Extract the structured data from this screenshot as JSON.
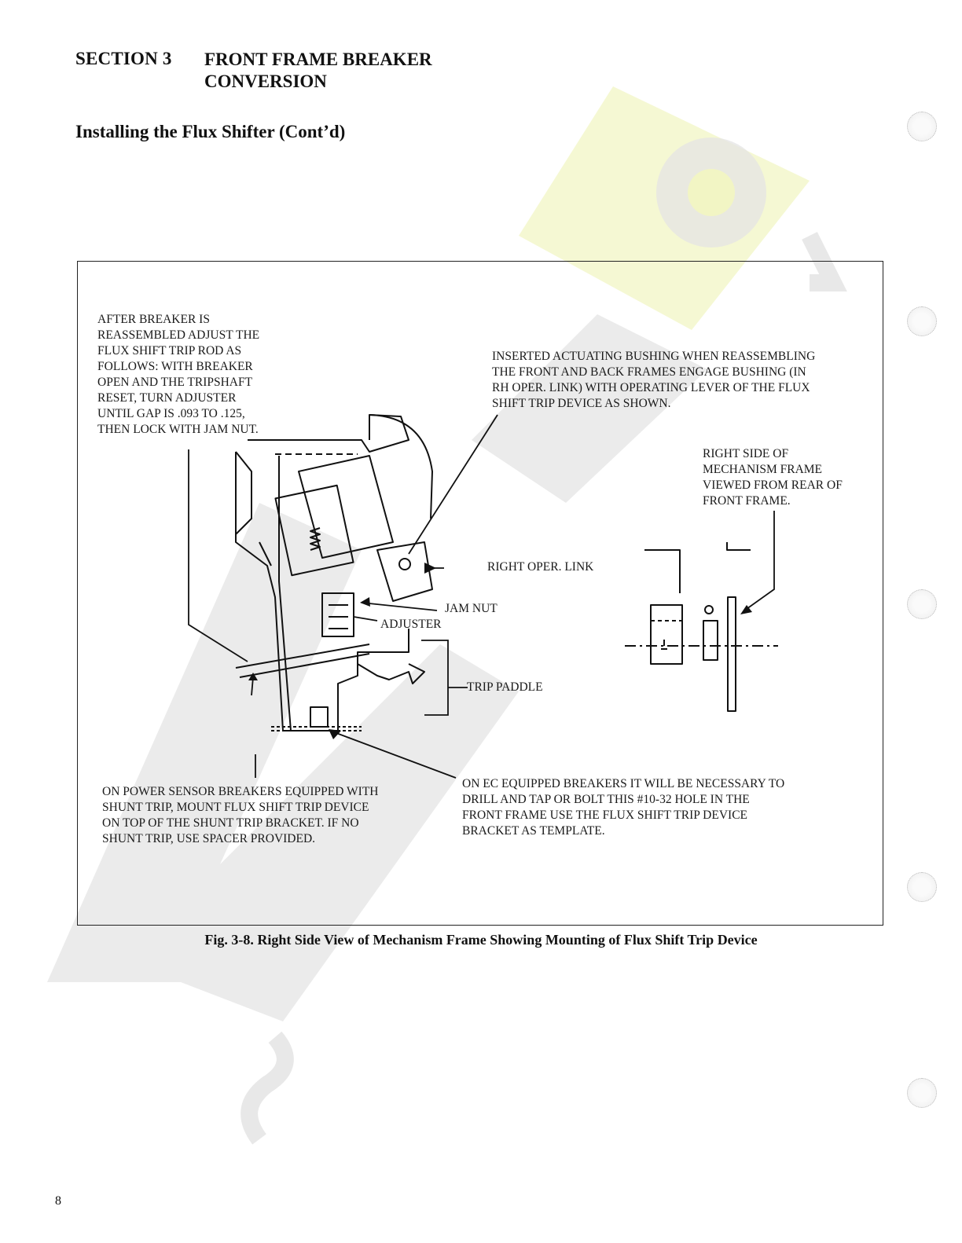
{
  "header": {
    "section_number": "SECTION 3",
    "section_title": "FRONT FRAME BREAKER\nCONVERSION",
    "subtitle": "Installing the Flux Shifter (Cont’d)"
  },
  "figure": {
    "notes": {
      "after_breaker": "AFTER BREAKER IS\nREASSEMBLED ADJUST THE\nFLUX SHIFT TRIP ROD AS\nFOLLOWS: WITH BREAKER\nOPEN AND THE TRIPSHAFT\nRESET, TURN  ADJUSTER\nUNTIL GAP IS .093 TO .125,\nTHEN LOCK WITH JAM NUT.",
      "actuating_bushing": "INSERTED ACTUATING BUSHING WHEN REASSEMBLING\nTHE FRONT AND BACK FRAMES ENGAGE BUSHING (IN\nRH OPER. LINK) WITH OPERATING LEVER OF THE FLUX\nSHIFT TRIP DEVICE AS SHOWN.",
      "right_side": "RIGHT SIDE OF\nMECHANISM FRAME\nVIEWED FROM REAR OF\nFRONT FRAME.",
      "power_sensor": "ON POWER SENSOR BREAKERS EQUIPPED WITH\nSHUNT TRIP, MOUNT FLUX SHIFT TRIP DEVICE\nON TOP OF THE SHUNT TRIP BRACKET. IF NO\nSHUNT TRIP, USE SPACER PROVIDED.",
      "ec_breakers": "ON EC EQUIPPED BREAKERS IT WILL BE NECESSARY TO\nDRILL AND TAP OR BOLT THIS #10-32 HOLE IN THE\nFRONT FRAME USE THE FLUX SHIFT TRIP DEVICE\nBRACKET AS TEMPLATE."
    },
    "labels": {
      "right_oper_link": "RIGHT OPER. LINK",
      "jam_nut": "JAM NUT",
      "adjuster": "ADJUSTER",
      "trip_paddle": "TRIP PADDLE"
    },
    "caption": "Fig. 3-8. Right Side View of Mechanism Frame Showing Mounting of Flux Shift Trip Device"
  },
  "footer": {
    "page_number": "8"
  }
}
